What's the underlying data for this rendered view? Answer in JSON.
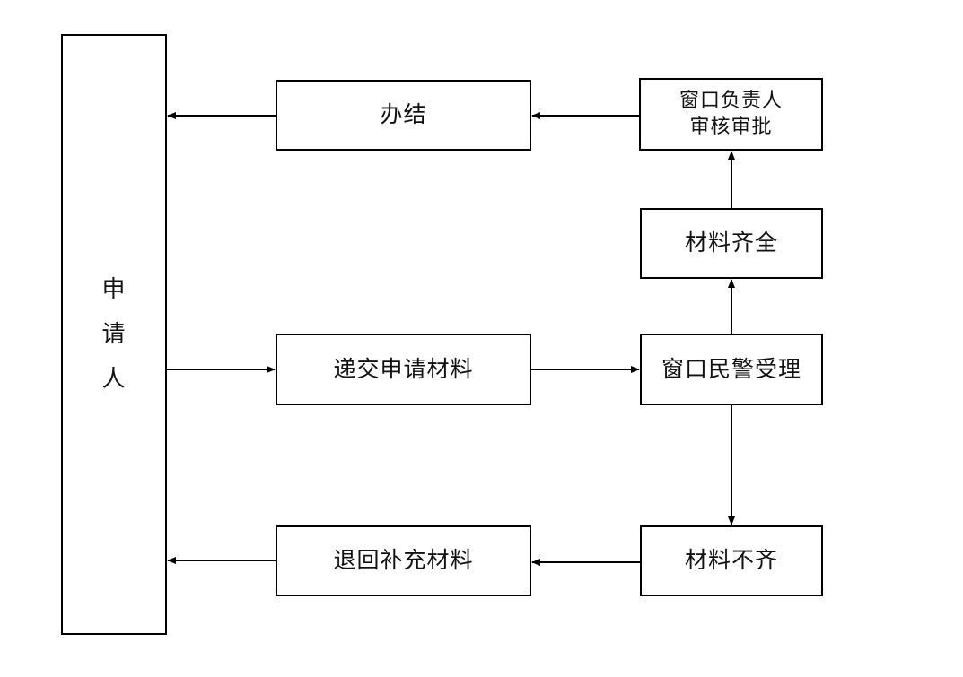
{
  "nodes": {
    "applicant": [
      "申",
      "请",
      "人"
    ],
    "conclude": "办结",
    "approve_line1": "窗口负责人",
    "approve_line2": "审核审批",
    "complete": "材料齐全",
    "submit": "递交申请材料",
    "accept": "窗口民警受理",
    "incomplete": "材料不齐",
    "return": "退回补充材料"
  },
  "colors": {
    "stroke": "#000000",
    "background": "#ffffff"
  }
}
